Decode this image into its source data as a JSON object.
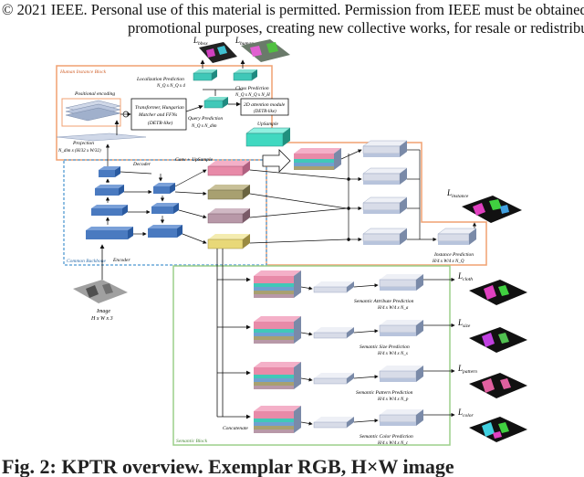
{
  "header": {
    "line1": "© 2021 IEEE. Personal use of this material is permitted. Permission from IEEE must be obtained for a",
    "line2": "promotional purposes, creating new collective works, for resale or redistribution"
  },
  "blocks": {
    "human_instance": "Human Instance Block",
    "common_backbone": "Common Backbone",
    "semantic": "Semantic Block"
  },
  "labels": {
    "l_bbox": "L",
    "l_bbox_sub": "bbox",
    "l_human_class": "L",
    "l_human_class_sub": "human_class",
    "l_instance": "L",
    "l_instance_sub": "instance",
    "l_cloth": "L",
    "l_cloth_sub": "cloth",
    "l_size": "L",
    "l_size_sub": "size",
    "l_pattern": "L",
    "l_pattern_sub": "pattern",
    "l_color": "L",
    "l_color_sub": "color",
    "localization": "Localization Prediction",
    "localization_dim": "N_Q x N_Q x 4",
    "class_pred": "Class Prediction",
    "class_dim": "N_Q x N_Q x N_H",
    "positional": "Positional encoding",
    "transformer1": "Transformer, Hungarian",
    "transformer2": "Matcher and FFNs",
    "transformer3": "(DETR-like)",
    "attention1": "2D attention module",
    "attention2": "(DETR-like)",
    "query": "Query Prediction",
    "query_dim": "N_Q x N_dim",
    "projection": "Projection",
    "projection_dim": "N_dim x (H/32 x W/32)",
    "upsample": "UpSample",
    "decoder": "Decoder",
    "conv_upsample": "Conv + UpSample",
    "encoder": "Encoder",
    "image": "Image",
    "image_dim": "H x W x 3",
    "instance_pred": "Instance Prediction",
    "instance_dim": "H/4 x W/4 x N_Q",
    "attr_pred": "Semantic Attribute Prediction",
    "attr_dim": "H/4 x W/4 x N_a",
    "size_pred": "Semantic Size Prediction",
    "size_dim": "H/4 x W/4 x N_s",
    "pattern_pred": "Semantic Pattern Prediction",
    "pattern_dim": "H/4 x W/4 x N_p",
    "color_pred": "Semantic Color Prediction",
    "color_dim": "H/4 x W/4 x N_c",
    "concatenate": "Concatenate"
  },
  "caption": "Fig. 2:  KPTR overview. Exemplar RGB, H×W image",
  "colors": {
    "human_block": "#f0a070",
    "backbone_block": "#6aa8d8",
    "semantic_block": "#9ccf8a",
    "teal": "#40c8b8",
    "pink": "#e88aa8",
    "olive": "#a8a070",
    "mauve": "#b898a8",
    "yellow": "#e8d878",
    "blue": "#4a7ac0",
    "gray_stack": "#d8dce8"
  }
}
